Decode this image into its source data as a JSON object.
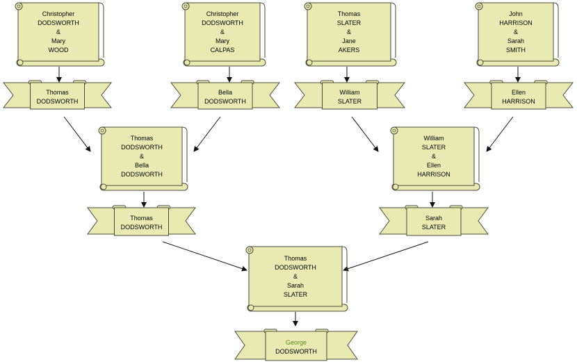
{
  "colors": {
    "parchment": "#e8eab2",
    "stroke": "#4a4a3a",
    "edge": "#111111",
    "highlight": "#5a8a1e"
  },
  "couples": [
    {
      "id": "c1",
      "lines": [
        "Christopher",
        "DODSWORTH",
        "&",
        "Mary",
        "WOOD"
      ]
    },
    {
      "id": "c2",
      "lines": [
        "Christopher",
        "DODSWORTH",
        "&",
        "Mary",
        "CALPAS"
      ]
    },
    {
      "id": "c3",
      "lines": [
        "Thomas",
        "SLATER",
        "&",
        "Jane",
        "AKERS"
      ]
    },
    {
      "id": "c4",
      "lines": [
        "John",
        "HARRISON",
        "&",
        "Sarah",
        "SMITH"
      ]
    },
    {
      "id": "c5",
      "lines": [
        "Thomas",
        "DODSWORTH",
        "&",
        "Bella",
        "DODSWORTH"
      ]
    },
    {
      "id": "c6",
      "lines": [
        "William",
        "SLATER",
        "&",
        "Ellen",
        "HARRISON"
      ]
    },
    {
      "id": "c7",
      "lines": [
        "Thomas",
        "DODSWORTH",
        "&",
        "Sarah",
        "SLATER"
      ]
    }
  ],
  "persons": [
    {
      "id": "p1",
      "first": "Thomas",
      "last": "DODSWORTH"
    },
    {
      "id": "p2",
      "first": "Bella",
      "last": "DODSWORTH"
    },
    {
      "id": "p3",
      "first": "William",
      "last": "SLATER"
    },
    {
      "id": "p4",
      "first": "Ellen",
      "last": "HARRISON"
    },
    {
      "id": "p5",
      "first": "Thomas",
      "last": "DODSWORTH"
    },
    {
      "id": "p6",
      "first": "Sarah",
      "last": "SLATER"
    },
    {
      "id": "p7",
      "first": "George",
      "last": "DODSWORTH",
      "highlight": true
    }
  ],
  "edges": [
    {
      "from": "c1",
      "to": "p1"
    },
    {
      "from": "c2",
      "to": "p2"
    },
    {
      "from": "c3",
      "to": "p3"
    },
    {
      "from": "c4",
      "to": "p4"
    },
    {
      "from": "p1",
      "to": "c5"
    },
    {
      "from": "p2",
      "to": "c5"
    },
    {
      "from": "p3",
      "to": "c6"
    },
    {
      "from": "p4",
      "to": "c6"
    },
    {
      "from": "c5",
      "to": "p5"
    },
    {
      "from": "c6",
      "to": "p6"
    },
    {
      "from": "p5",
      "to": "c7"
    },
    {
      "from": "p6",
      "to": "c7"
    },
    {
      "from": "c7",
      "to": "p7"
    }
  ]
}
